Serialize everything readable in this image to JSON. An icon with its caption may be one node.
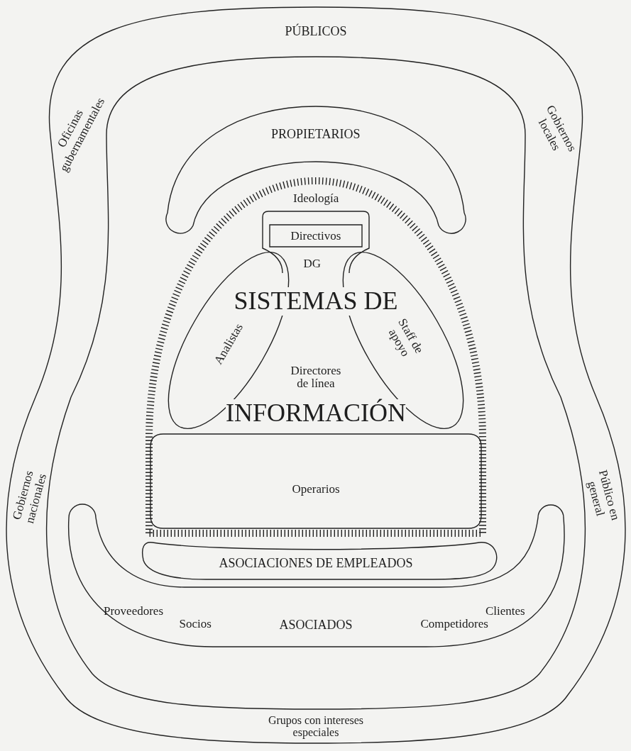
{
  "diagram": {
    "nodes": [
      {
        "text": [
          "PÚBLICOS",
          "Oficinas gubernamentales",
          "Gobiernos locales",
          "Gobiernos nacionales",
          "Público en general",
          "Grupos con intereses especiales"
        ]
      },
      {
        "text": [
          "PROPIETARIOS"
        ],
        "in": 0
      },
      {
        "text": [
          "Ideología"
        ],
        "in": 0
      },
      {
        "text": [
          "Directivos"
        ],
        "in": 2
      },
      {
        "text": [
          "Analistas"
        ],
        "in": 2
      },
      {
        "text": [
          "Staff de apoyo"
        ],
        "in": 2
      },
      {
        "text": [
          "Operarios"
        ],
        "in": 2
      },
      {
        "text": [
          "ASOCIACIONES DE EMPLEADOS"
        ],
        "in": 0
      },
      {
        "text": [
          "Proveedores",
          "Clientes",
          "Socios",
          "ASOCIADOS",
          "Competidores"
        ],
        "in": 0
      }
    ],
    "labels": [
      "DG",
      "SISTEMAS DE",
      "Directores de línea",
      "INFORMACIÓN"
    ]
  }
}
